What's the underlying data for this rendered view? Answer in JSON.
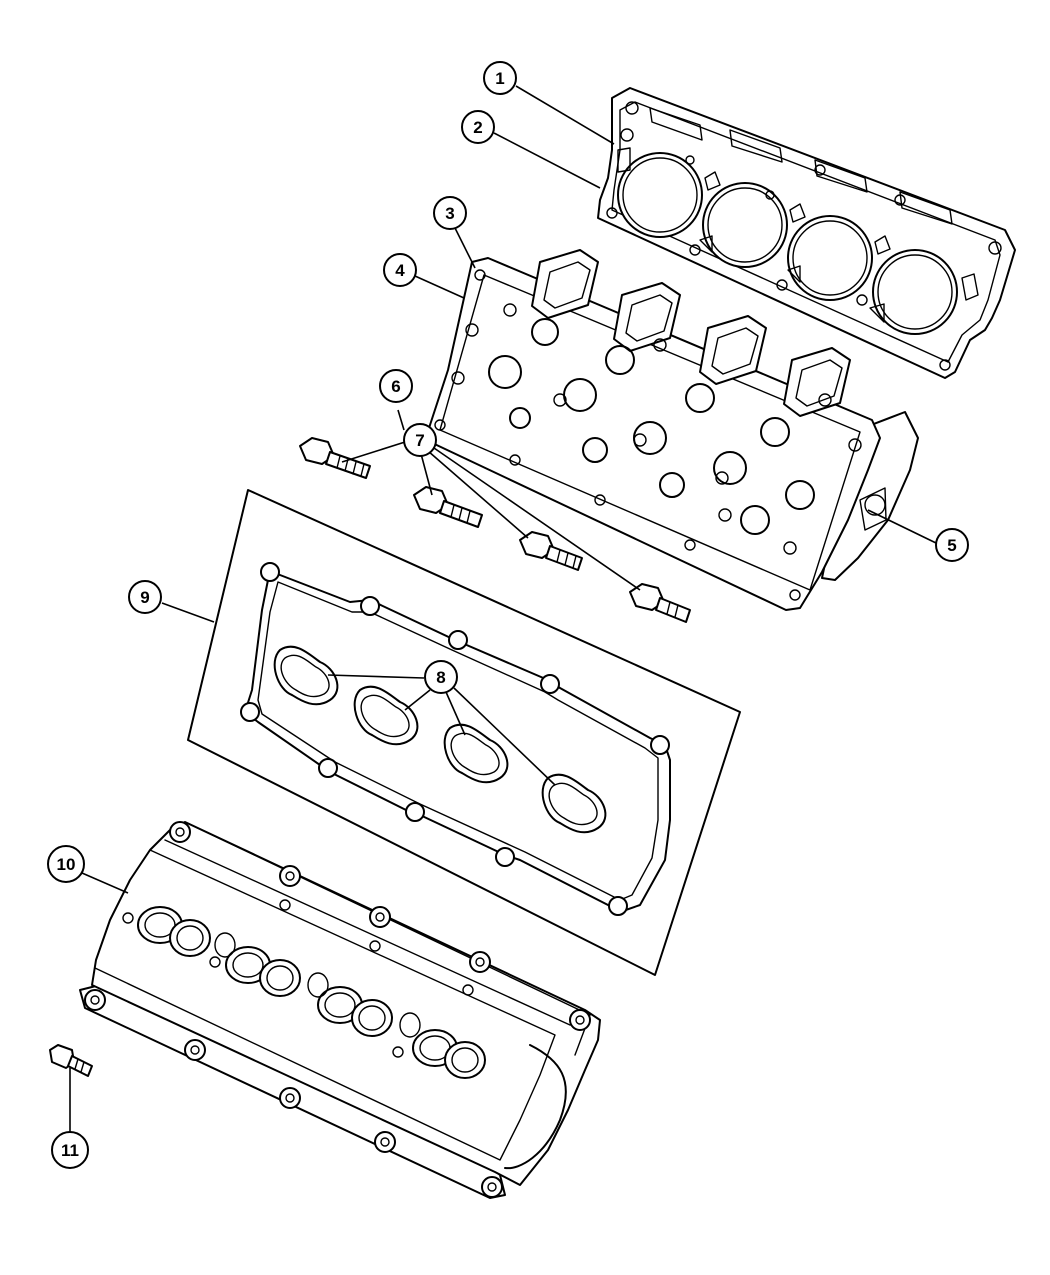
{
  "callouts": [
    {
      "id": "callout-1",
      "label": "1"
    },
    {
      "id": "callout-2",
      "label": "2"
    },
    {
      "id": "callout-3",
      "label": "3"
    },
    {
      "id": "callout-4",
      "label": "4"
    },
    {
      "id": "callout-5",
      "label": "5"
    },
    {
      "id": "callout-6",
      "label": "6"
    },
    {
      "id": "callout-7",
      "label": "7"
    },
    {
      "id": "callout-8",
      "label": "8"
    },
    {
      "id": "callout-9",
      "label": "9"
    },
    {
      "id": "callout-10",
      "label": "10"
    },
    {
      "id": "callout-11",
      "label": "11"
    }
  ],
  "colors": {
    "line": "#000000",
    "background": "#ffffff"
  }
}
